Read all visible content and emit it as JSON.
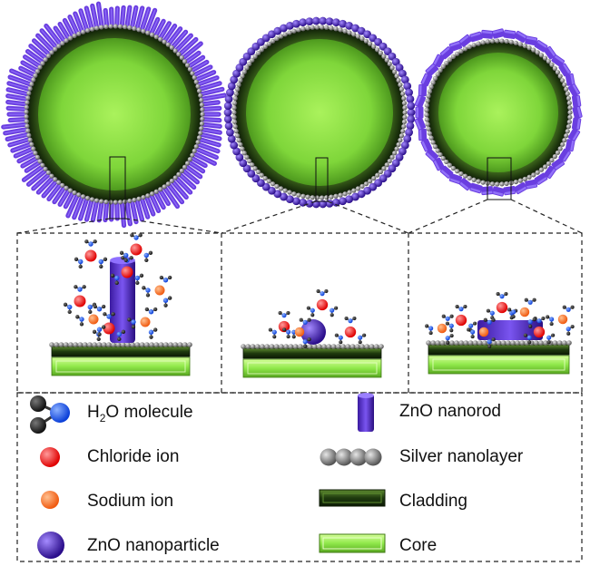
{
  "colors": {
    "core": "#8fe84a",
    "cladding": "#1e3a0e",
    "silver": "#8a8a8a",
    "zno": "#6a3ee0",
    "chloride": "#ff2a2a",
    "sodium": "#ff7a2a",
    "oxygen": "#1a57ff",
    "hydrogen": "#222222"
  },
  "fibers": [
    {
      "name": "fiber-nanorod-coated",
      "coating": "nanorod"
    },
    {
      "name": "fiber-nanoparticle-coated",
      "coating": "nanoparticle"
    },
    {
      "name": "fiber-nanoflake-coated",
      "coating": "nanoflake"
    }
  ],
  "legend": {
    "left": [
      {
        "icon": "water-molecule-icon",
        "label_pre": "H",
        "label_sub": "2",
        "label_post": "O molecule"
      },
      {
        "icon": "chloride-ion-icon",
        "label": "Chloride ion"
      },
      {
        "icon": "sodium-ion-icon",
        "label": "Sodium ion"
      },
      {
        "icon": "zno-nanoparticle-icon",
        "label": "ZnO nanoparticle"
      }
    ],
    "right": [
      {
        "icon": "zno-nanorod-icon",
        "label": "ZnO nanorod"
      },
      {
        "icon": "silver-nanolayer-icon",
        "label": "Silver nanolayer"
      },
      {
        "icon": "cladding-icon",
        "label": "Cladding"
      },
      {
        "icon": "core-icon",
        "label": "Core"
      }
    ]
  }
}
